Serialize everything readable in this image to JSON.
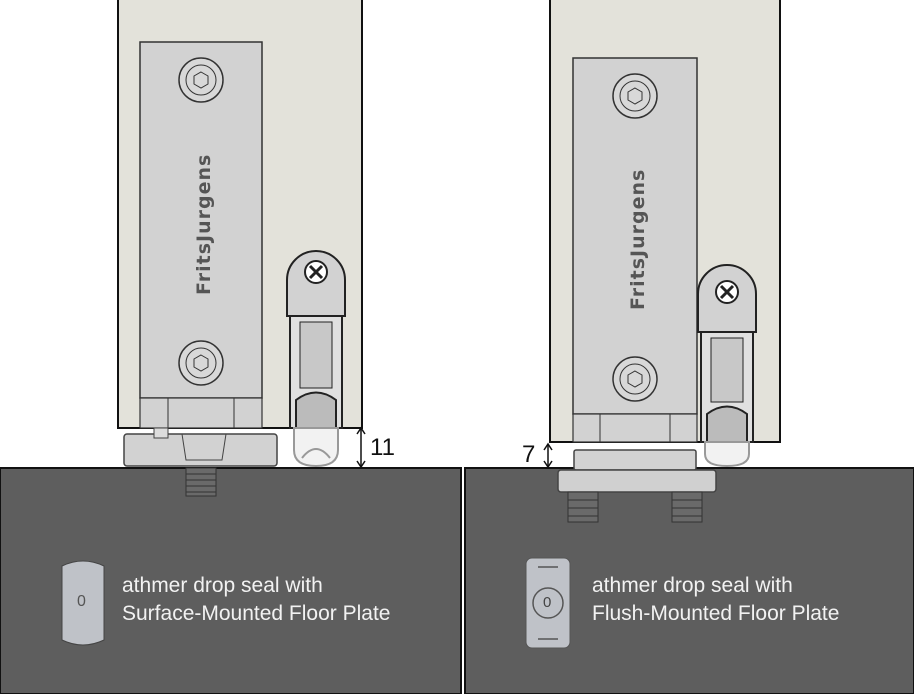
{
  "brand": "FritsJurgens",
  "colors": {
    "floor": "#5e5e5e",
    "door": "#e3e2da",
    "metal": "#d2d2d2",
    "seal": "#bfc2c8",
    "line": "#111111"
  },
  "left": {
    "dimension": "11",
    "icon": "surface-plate-icon",
    "icon_label": "0",
    "caption_line1": "athmer drop seal with",
    "caption_line2": "Surface-Mounted Floor Plate"
  },
  "right": {
    "dimension": "7",
    "icon": "flush-plate-icon",
    "icon_label": "0",
    "caption_line1": "athmer drop seal with",
    "caption_line2": "Flush-Mounted Floor Plate"
  }
}
